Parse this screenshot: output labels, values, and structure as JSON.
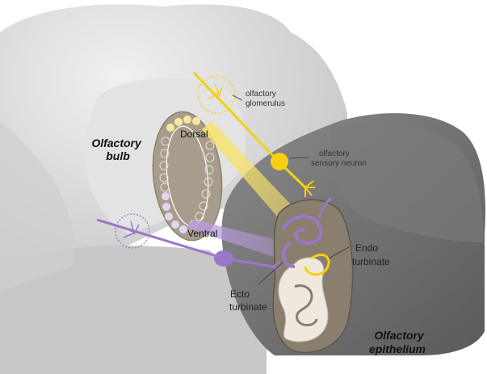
{
  "labels": {
    "olfactory_bulb": [
      "Olfactory",
      "bulb"
    ],
    "olfactory_epithelium": [
      "Olfactory",
      "epithelium"
    ],
    "olfactory_glomerulus": [
      "olfactory",
      "glomerulus"
    ],
    "olfactory_sensory_neuron": [
      "olfactory",
      "sensory neuron"
    ],
    "dorsal": "Dorsal",
    "ventral": "Ventral",
    "endo_turbinate": [
      "Endo",
      "turbinate"
    ],
    "ecto_turbinate": [
      "Ecto",
      "turbinate"
    ]
  },
  "colors": {
    "dorsal_neuron": "#f5d10f",
    "ventral_neuron": "#9a78c8",
    "bulb": "#a89d8c",
    "epithelium": "#6b6b6b",
    "brain": "#d9d9d9"
  },
  "icons": [
    "dorsal-neuron-icon",
    "ventral-neuron-icon",
    "dorsal-glomerulus-icon",
    "ventral-glomerulus-icon"
  ]
}
